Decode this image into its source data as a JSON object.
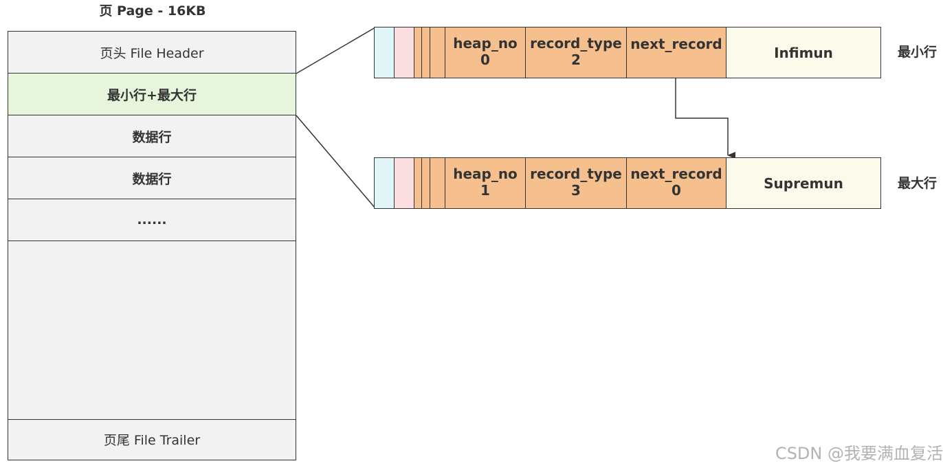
{
  "page": {
    "title": "页 Page - 16KB",
    "sections": [
      {
        "label": "页头 File Header"
      },
      {
        "label": "最小行+最大行"
      },
      {
        "label": "数据行"
      },
      {
        "label": "数据行"
      },
      {
        "label": "......"
      },
      {
        "label": ""
      },
      {
        "label": "页尾 File Trailer"
      }
    ]
  },
  "records": [
    {
      "heap_no_label": "heap_no",
      "heap_no_value": "0",
      "record_type_label": "record_type",
      "record_type_value": "2",
      "next_record_label": "next_record",
      "next_record_value": "",
      "name": "Infimun",
      "side_label": "最小行"
    },
    {
      "heap_no_label": "heap_no",
      "heap_no_value": "1",
      "record_type_label": "record_type",
      "record_type_value": "3",
      "next_record_label": "next_record",
      "next_record_value": "0",
      "name": "Supremun",
      "side_label": "最大行"
    }
  ],
  "colors": {
    "field": "#f5c08e",
    "cyan": "#dff5f7",
    "pink": "#fcdfe1",
    "name_cell": "#fcfaeb",
    "highlight_row": "#e6f5db",
    "page_bg": "#f2f2f2"
  },
  "watermark": "CSDN @我要满血复活"
}
